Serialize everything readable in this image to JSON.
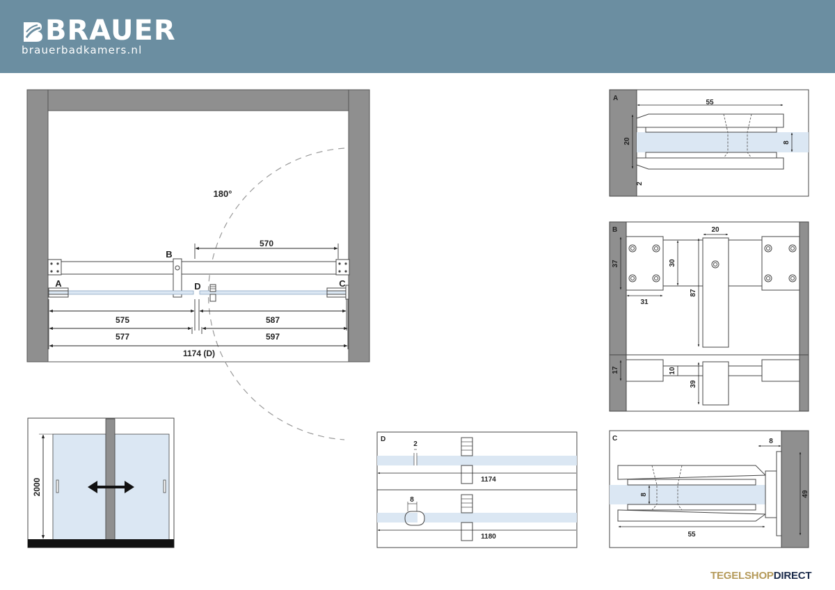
{
  "header": {
    "brand": "BRAUER",
    "url": "brauerbadkamers.nl",
    "logo_icon": "brauer-logo-icon"
  },
  "plan": {
    "angle": "180°",
    "label_a": "A",
    "label_b": "B",
    "label_c": "C",
    "label_d": "D",
    "dim_570": "570",
    "dim_575": "575",
    "dim_587": "587",
    "dim_577": "577",
    "dim_597": "597",
    "dim_total": "1174 (D)"
  },
  "elevation": {
    "height": "2000",
    "arrow_icon": "double-arrow-icon"
  },
  "detail_a": {
    "label": "A",
    "dim_55": "55",
    "dim_20": "20",
    "dim_8": "8",
    "dim_2": "2"
  },
  "detail_b": {
    "label": "B",
    "dim_20": "20",
    "dim_37": "37",
    "dim_30": "30",
    "dim_87": "87",
    "dim_31": "31",
    "dim_17": "17",
    "dim_10": "10",
    "dim_39": "39"
  },
  "detail_c": {
    "label": "C",
    "dim_8": "8",
    "dim_8b": "8",
    "dim_49": "49",
    "dim_55": "55"
  },
  "detail_d": {
    "label": "D",
    "dim_2": "2",
    "dim_1174": "1174",
    "dim_8": "8",
    "dim_1180": "1180"
  },
  "footer": {
    "part1": "TEGELSHOP",
    "part2": "DIRECT"
  },
  "colors": {
    "header": "#6b8ea1",
    "wall": "#8f8f8f",
    "glass": "#dbe7f3",
    "footer_gold": "#b59a5a",
    "footer_navy": "#1a2a4a"
  }
}
